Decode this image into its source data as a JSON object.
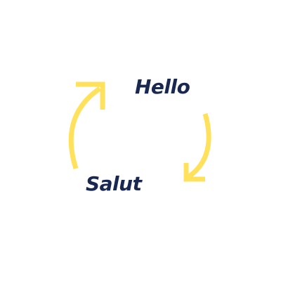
{
  "words": {
    "hello": "Hello",
    "salut": "Salut"
  },
  "icons": {
    "top_arrow": "curved-up-arrow",
    "bottom_arrow": "curved-down-arrow"
  },
  "colors": {
    "text": "#182850",
    "arrow": "#FFE15C",
    "background": "#FFFFFF"
  }
}
